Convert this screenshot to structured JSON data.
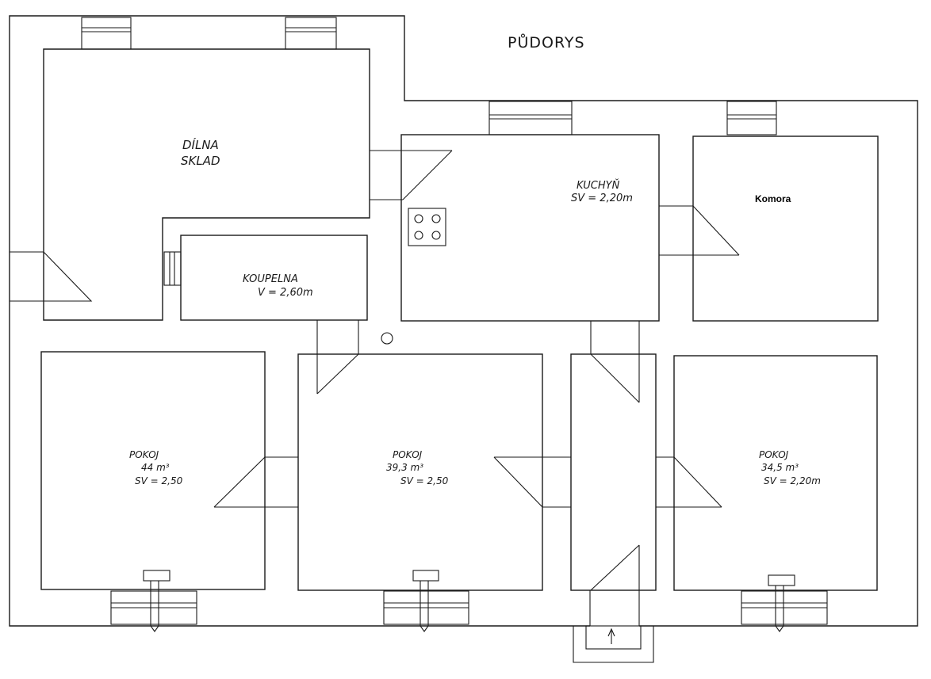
{
  "title": "PŮDORYS",
  "rooms": {
    "dilna": {
      "line1": "DÍLNA",
      "line2": "SKLAD"
    },
    "kuchyn": {
      "name": "KUCHYŇ",
      "height": "SV = 2,20m"
    },
    "komora": {
      "name": "Komora"
    },
    "koupelna": {
      "name": "KOUPELNA",
      "height": "V = 2,60m"
    },
    "pokoj1": {
      "name": "POKOJ",
      "volume": "44 m³",
      "height": "SV = 2,50"
    },
    "pokoj2": {
      "name": "POKOJ",
      "volume": "39,3 m³",
      "height": "SV = 2,50"
    },
    "pokoj3": {
      "name": "POKOJ",
      "volume": "34,5 m³",
      "height": "SV = 2,20m"
    }
  }
}
